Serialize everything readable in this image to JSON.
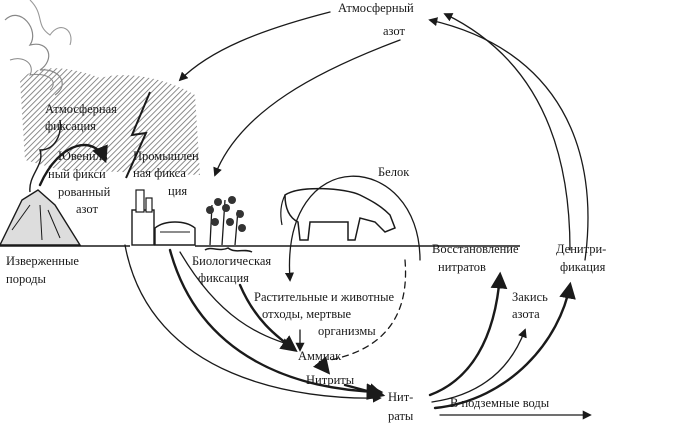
{
  "diagram": {
    "labels": {
      "atmospheric_nitrogen_1": "Атмосферный",
      "atmospheric_nitrogen_2": "азот",
      "atmospheric_fixation_1": "Атмосферная",
      "atmospheric_fixation_2": "фиксация",
      "juvenile_1": "Ювениль",
      "juvenile_2": "ный фикси",
      "juvenile_3": "рованный",
      "juvenile_4": "азот",
      "industrial_1": "Промышлен",
      "industrial_2": "ная фикса",
      "industrial_3": "ция",
      "protein": "Белок",
      "igneous_1": "Изверженные",
      "igneous_2": "породы",
      "biological_1": "Биологическая",
      "biological_2": "фиксация",
      "waste_1": "Растительные и животные",
      "waste_2": "отходы, мертвые",
      "waste_3": "организмы",
      "ammonia": "Аммиак",
      "nitrites": "Нитриты",
      "nitrates_1": "Нит-",
      "nitrates_2": "раты",
      "groundwater": "В подземные воды",
      "reduction_1": "Восстановление",
      "reduction_2": "нитратов",
      "denitrification_1": "Денитри-",
      "denitrification_2": "фикация",
      "nitrous_1": "Закись",
      "nitrous_2": "азота"
    }
  }
}
